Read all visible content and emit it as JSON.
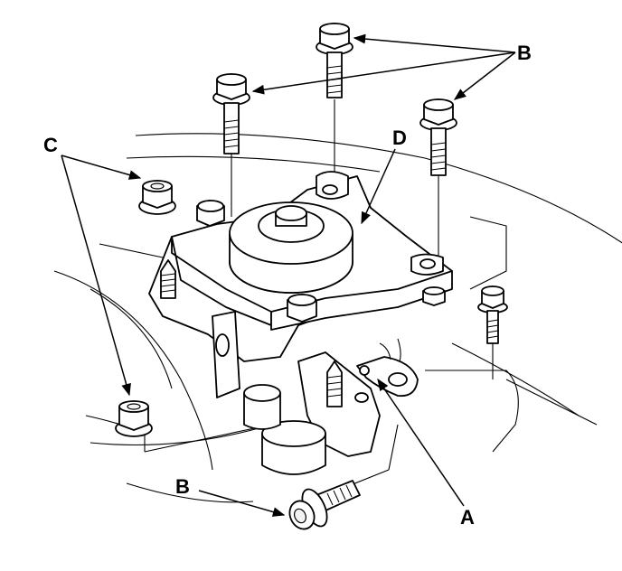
{
  "labels": {
    "a": "A",
    "b_top": "B",
    "b_bottom": "B",
    "c": "C",
    "d": "D"
  }
}
